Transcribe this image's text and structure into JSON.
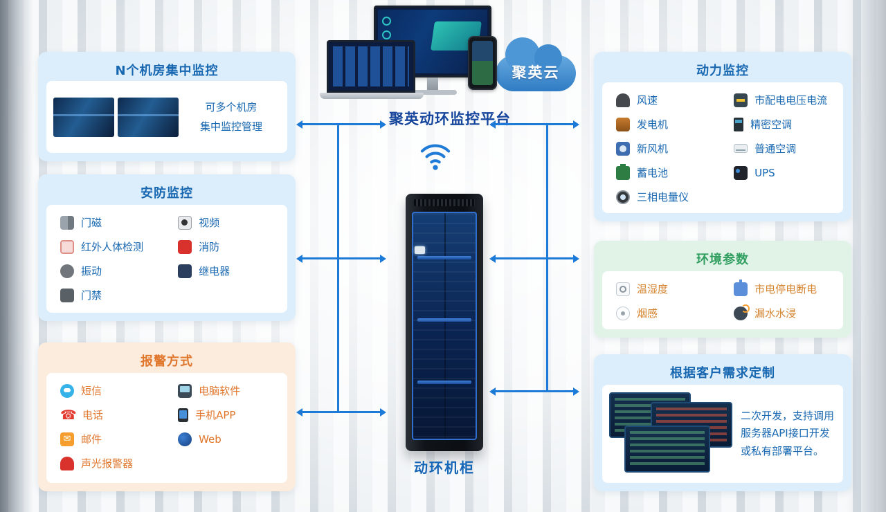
{
  "colors": {
    "accent_blue": "#1d7ad6",
    "panel_blue": "#dceefb",
    "panel_orange": "#fcecdd",
    "panel_green": "#e1f3e7",
    "title_blue": "#1767b1",
    "title_orange": "#e0762c",
    "title_green": "#2f9e5f",
    "env_item_text": "#d4832e"
  },
  "platform": {
    "title": "聚英动环监控平台",
    "cloud_label": "聚英云"
  },
  "rack": {
    "label": "动环机柜"
  },
  "panels": {
    "rooms": {
      "title": "N个机房集中监控",
      "desc_line1": "可多个机房",
      "desc_line2": "集中监控管理"
    },
    "security": {
      "title": "安防监控",
      "items_left": [
        "门磁",
        "红外人体检测",
        "振动",
        "门禁"
      ],
      "items_right": [
        "视频",
        "消防",
        "继电器"
      ]
    },
    "alarm": {
      "title": "报警方式",
      "items_left": [
        "短信",
        "电话",
        "邮件",
        "声光报警器"
      ],
      "items_right": [
        "电脑软件",
        "手机APP",
        "Web"
      ]
    },
    "power": {
      "title": "动力监控",
      "items_left": [
        "风速",
        "发电机",
        "新风机",
        "蓄电池",
        "三相电量仪"
      ],
      "items_right": [
        "市配电电压电流",
        "精密空调",
        "普通空调",
        "UPS"
      ]
    },
    "environment": {
      "title": "环境参数",
      "items_left": [
        "温湿度",
        "烟感"
      ],
      "items_right": [
        "市电停电断电",
        "漏水水浸"
      ]
    },
    "custom": {
      "title": "根据客户需求定制",
      "desc": "二次开发，支持调用服务器API接口开发或私有部署平台。"
    }
  },
  "icons": {
    "phone_glyph": "☎",
    "mail_glyph": "✉"
  }
}
